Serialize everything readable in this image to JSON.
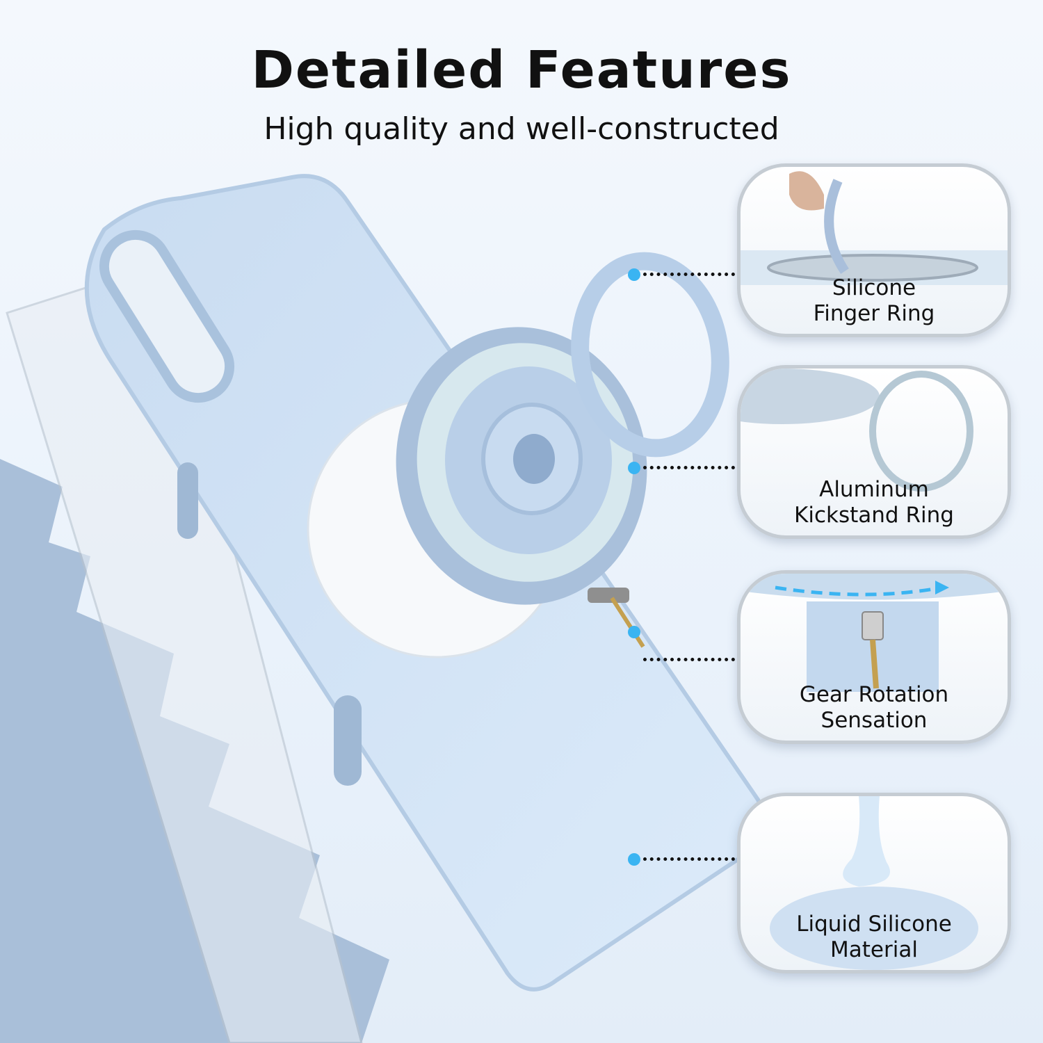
{
  "header": {
    "title": "Detailed Features",
    "subtitle": "High quality and well-constructed"
  },
  "callouts": [
    {
      "line1": "Silicone",
      "line2": "Finger Ring"
    },
    {
      "line1": "Aluminum",
      "line2": "Kickstand Ring"
    },
    {
      "line1": "Gear Rotation",
      "line2": "Sensation"
    },
    {
      "line1": "Liquid Silicone",
      "line2": "Material"
    }
  ],
  "colors": {
    "case": "#d3e4f6",
    "accent_dot": "#3ab4f2",
    "liner": "#a9bfd9"
  }
}
